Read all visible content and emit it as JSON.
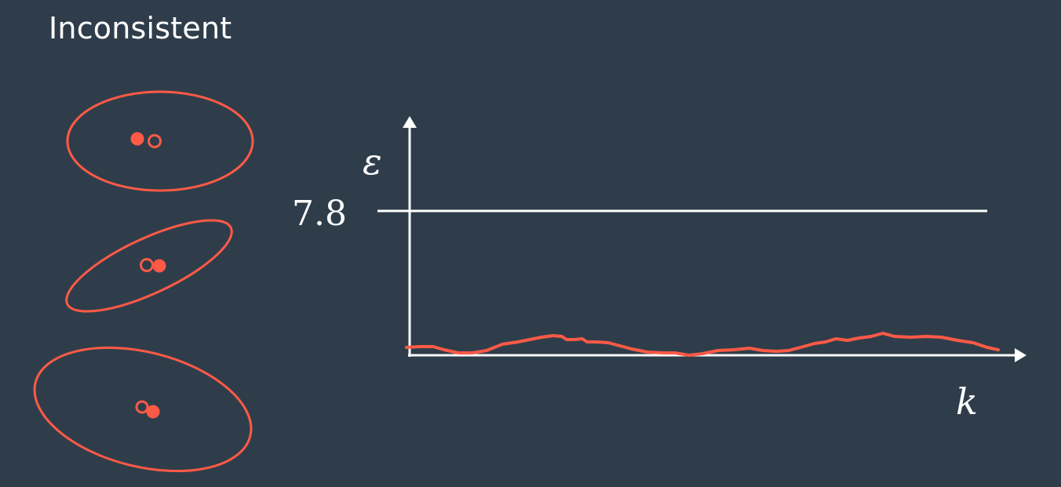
{
  "title": "Inconsistent",
  "colors": {
    "background": "#2f3d4b",
    "estimate": "#ff5a46",
    "axes": "#ffffff"
  },
  "plot": {
    "y_axis_label": "ε",
    "x_axis_label": "k",
    "threshold_label": "7.8",
    "threshold_value": 7.8
  }
}
